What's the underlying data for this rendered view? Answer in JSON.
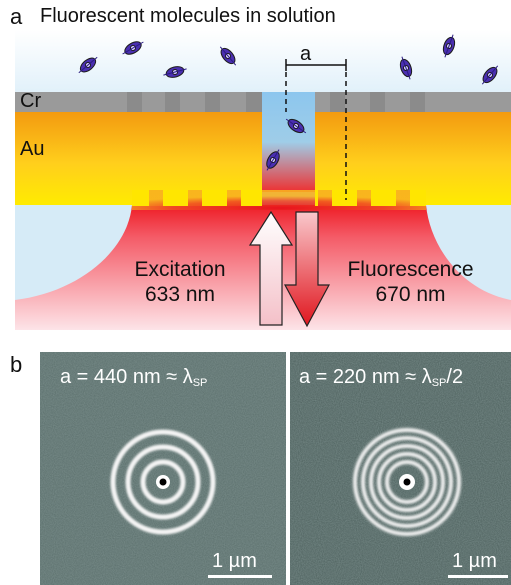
{
  "panel_a": {
    "letter": "a",
    "title": "Fluorescent molecules in solution",
    "label_period": "a",
    "label_cr": "Cr",
    "label_au": "Au",
    "excitation_label": "Excitation",
    "excitation_wavelength": "633 nm",
    "fluorescence_label": "Fluorescence",
    "fluorescence_wavelength": "670 nm",
    "colors": {
      "solution": "#8ec8ee",
      "chromium": "#9a9a9a",
      "gold_top": "#f59b0c",
      "gold_bottom": "#ffe000",
      "focus_red": "#ee1c25",
      "beam_light": "#f7b4bc",
      "excitation_arrow": "#ffe8ee",
      "fluorescence_arrow": "#e8242c",
      "molecule": "#4a2fb0"
    }
  },
  "panel_b": {
    "letter": "b",
    "images": [
      {
        "caption_prefix": "a = 440 nm ≈ λ",
        "caption_sub": "SP",
        "caption_suffix": "",
        "scale": "1 µm",
        "rings": 3
      },
      {
        "caption_prefix": "a = 220 nm ≈ λ",
        "caption_sub": "SP",
        "caption_suffix": "/2",
        "scale": "1 µm",
        "rings": 5
      }
    ],
    "background_color": "#4f6360"
  }
}
